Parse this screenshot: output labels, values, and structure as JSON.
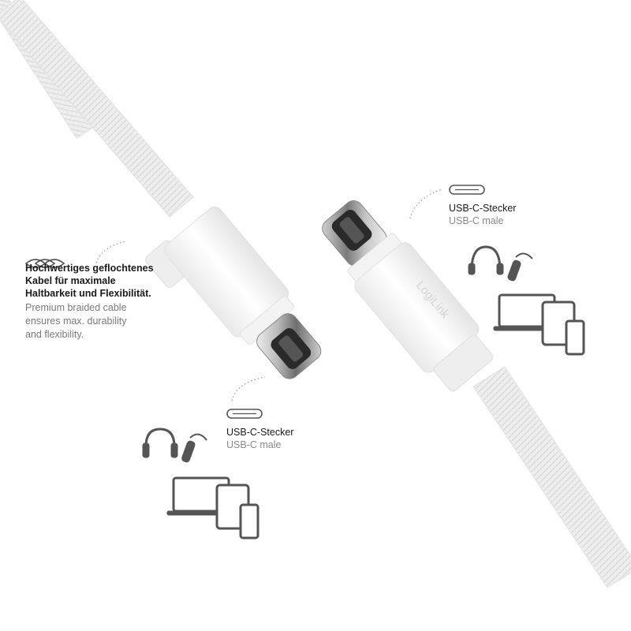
{
  "feature": {
    "title_lines": [
      "Hochwertiges geflochtenes",
      "Kabel für maximale",
      "Haltbarkeit und Flexibilität."
    ],
    "subtitle_lines": [
      "Premium braided cable",
      "ensures max. durability",
      "and flexibility."
    ],
    "icon": "infinity-braid-icon"
  },
  "connector_right": {
    "title": "USB-C-Stecker",
    "subtitle": "USB-C male"
  },
  "connector_left": {
    "title": "USB-C-Stecker",
    "subtitle": "USB-C male"
  },
  "brand": {
    "logo_text": "LogiLink"
  },
  "device_icons": [
    "headphones-icon",
    "earbud-icon",
    "laptop-icon",
    "tablet-icon",
    "smartphone-icon"
  ],
  "colors": {
    "background": "#ffffff",
    "cable": "#f2f2f2",
    "icon": "#555555",
    "text_dark": "#1a1a1a",
    "text_light": "#7a7a7a"
  }
}
